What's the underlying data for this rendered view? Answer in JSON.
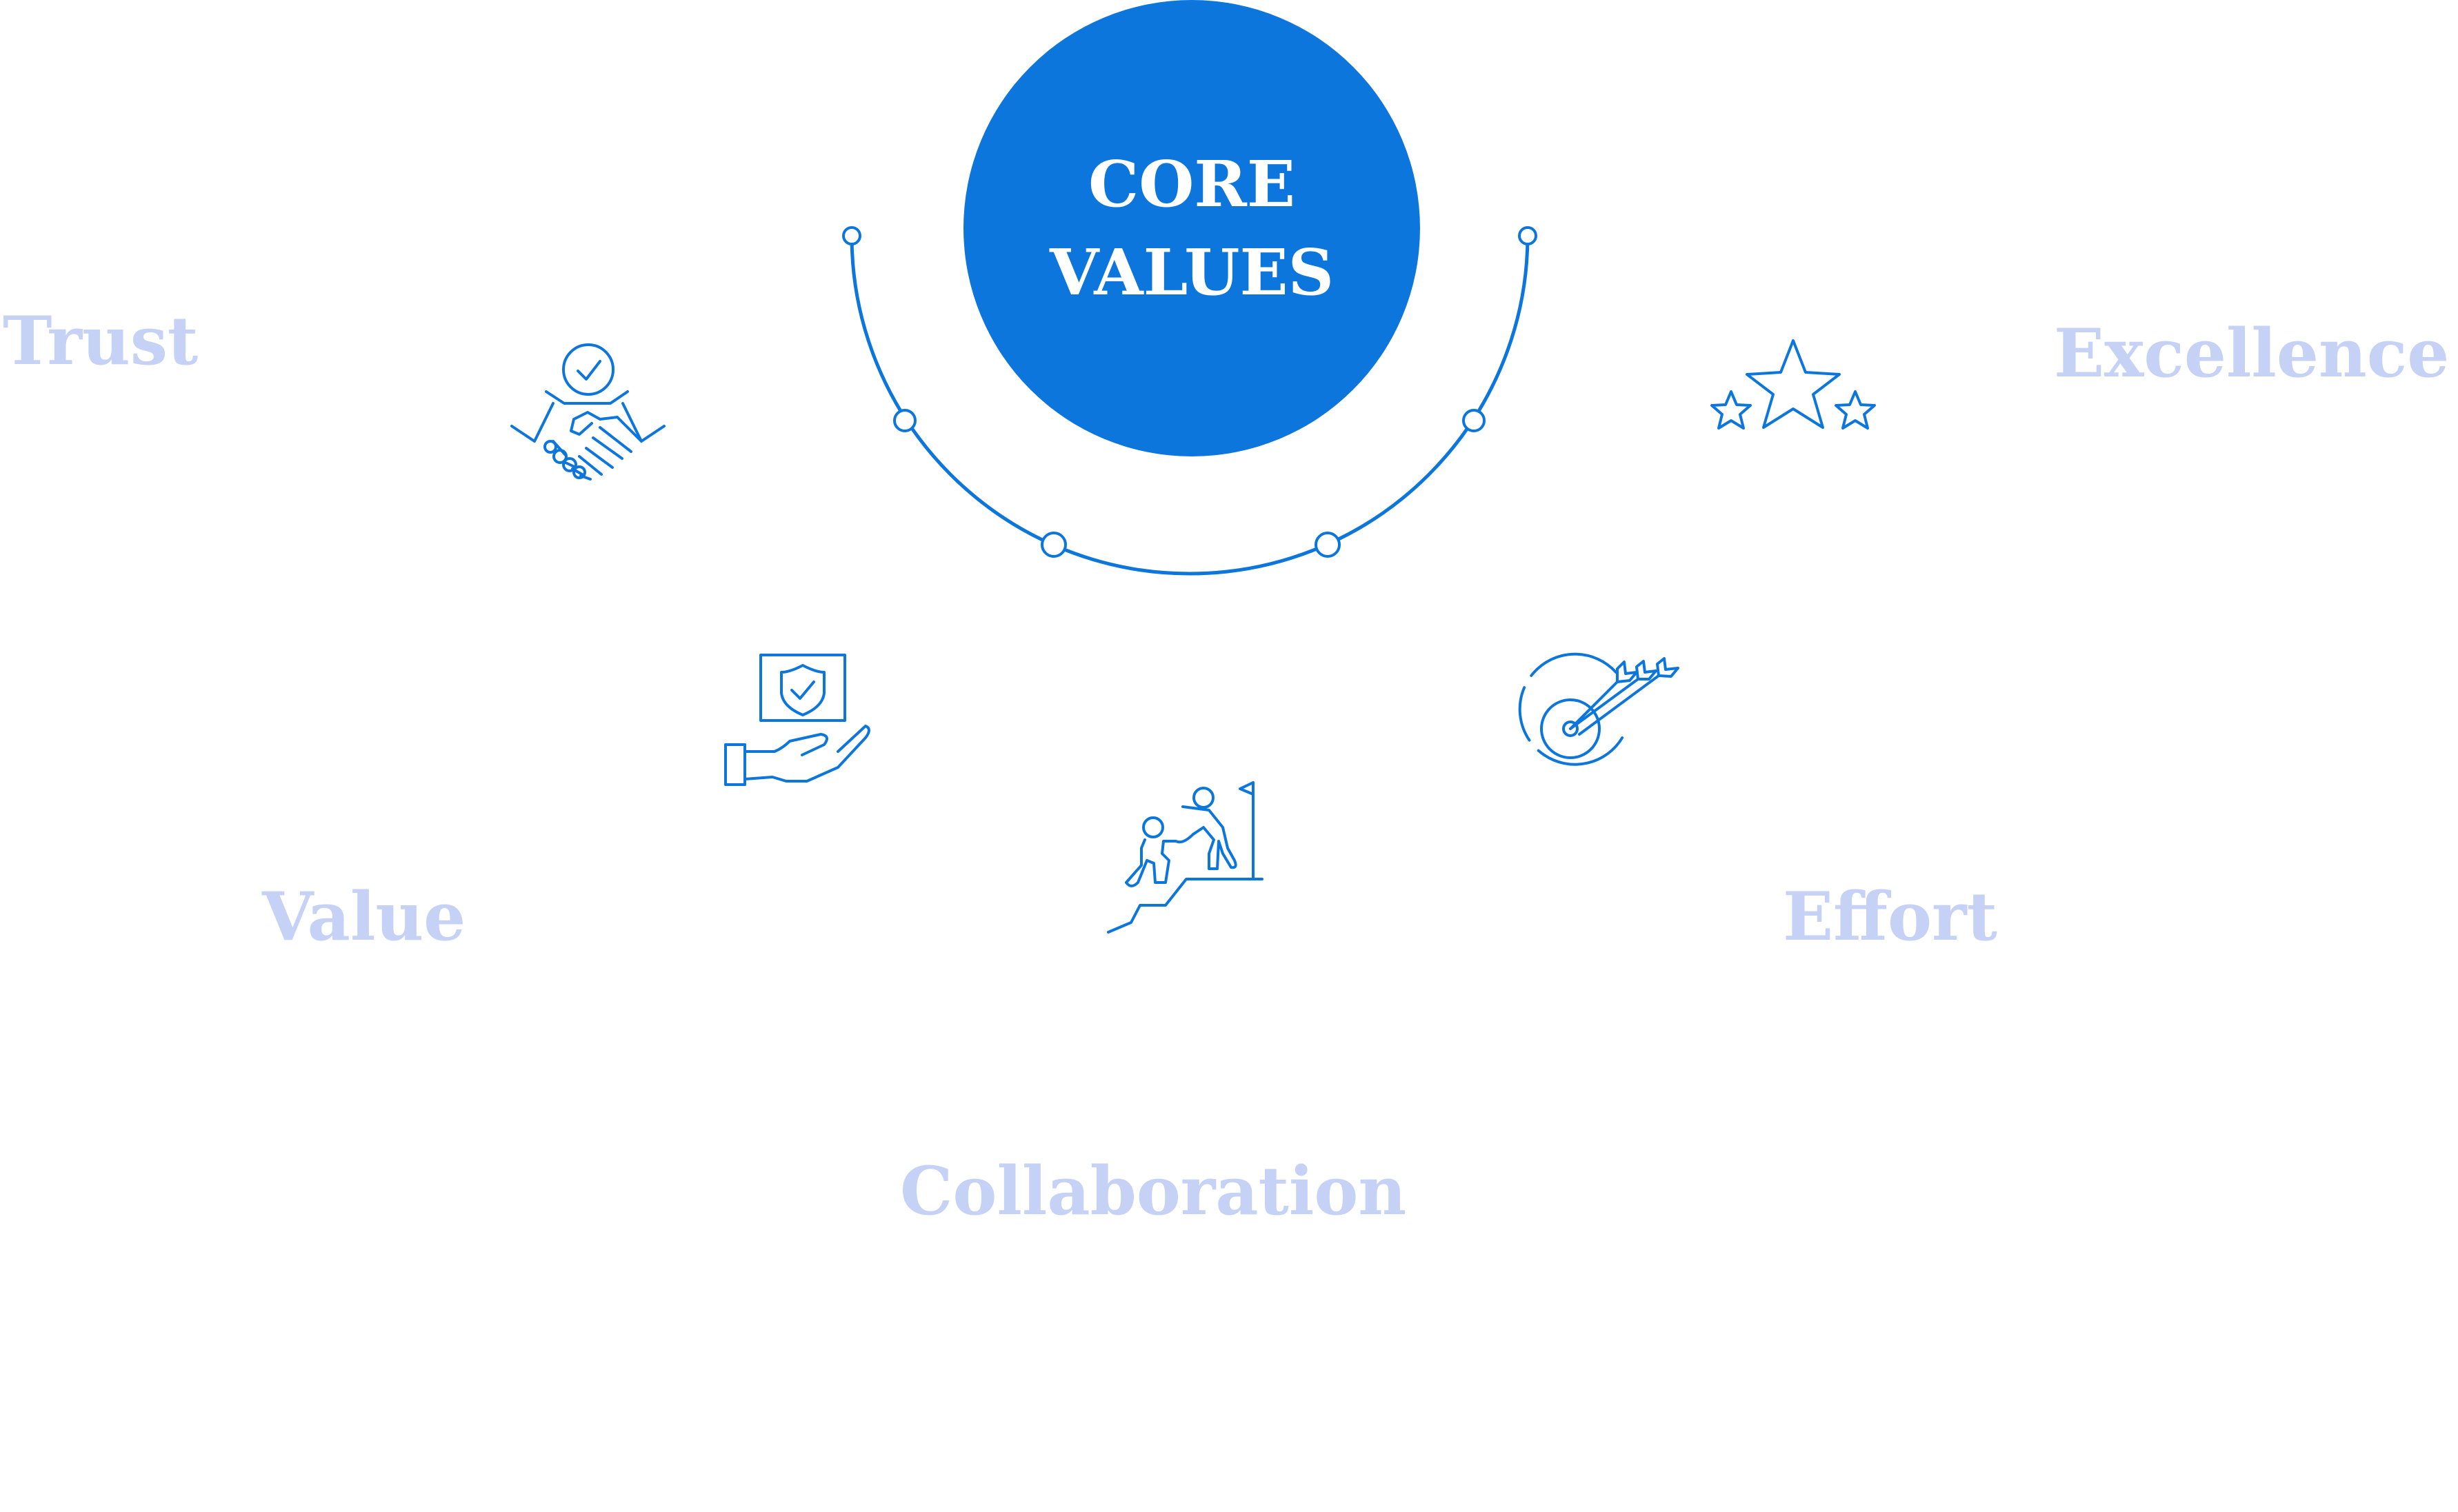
{
  "center": {
    "line1": "CORE",
    "line2": "VALUES"
  },
  "values": {
    "trust": "Trust",
    "excellence": "Excellence",
    "value": "Value",
    "effort": "Effort",
    "collaboration": "Collaboration"
  },
  "icons": {
    "trust": "handshake-icon",
    "excellence": "stars-icon",
    "value": "hand-shield-icon",
    "effort": "target-arrows-icon",
    "collaboration": "climbing-teamwork-icon"
  },
  "colors": {
    "primary": "#0d76dc",
    "label": "#c5d1f5",
    "background": "#ffffff"
  }
}
